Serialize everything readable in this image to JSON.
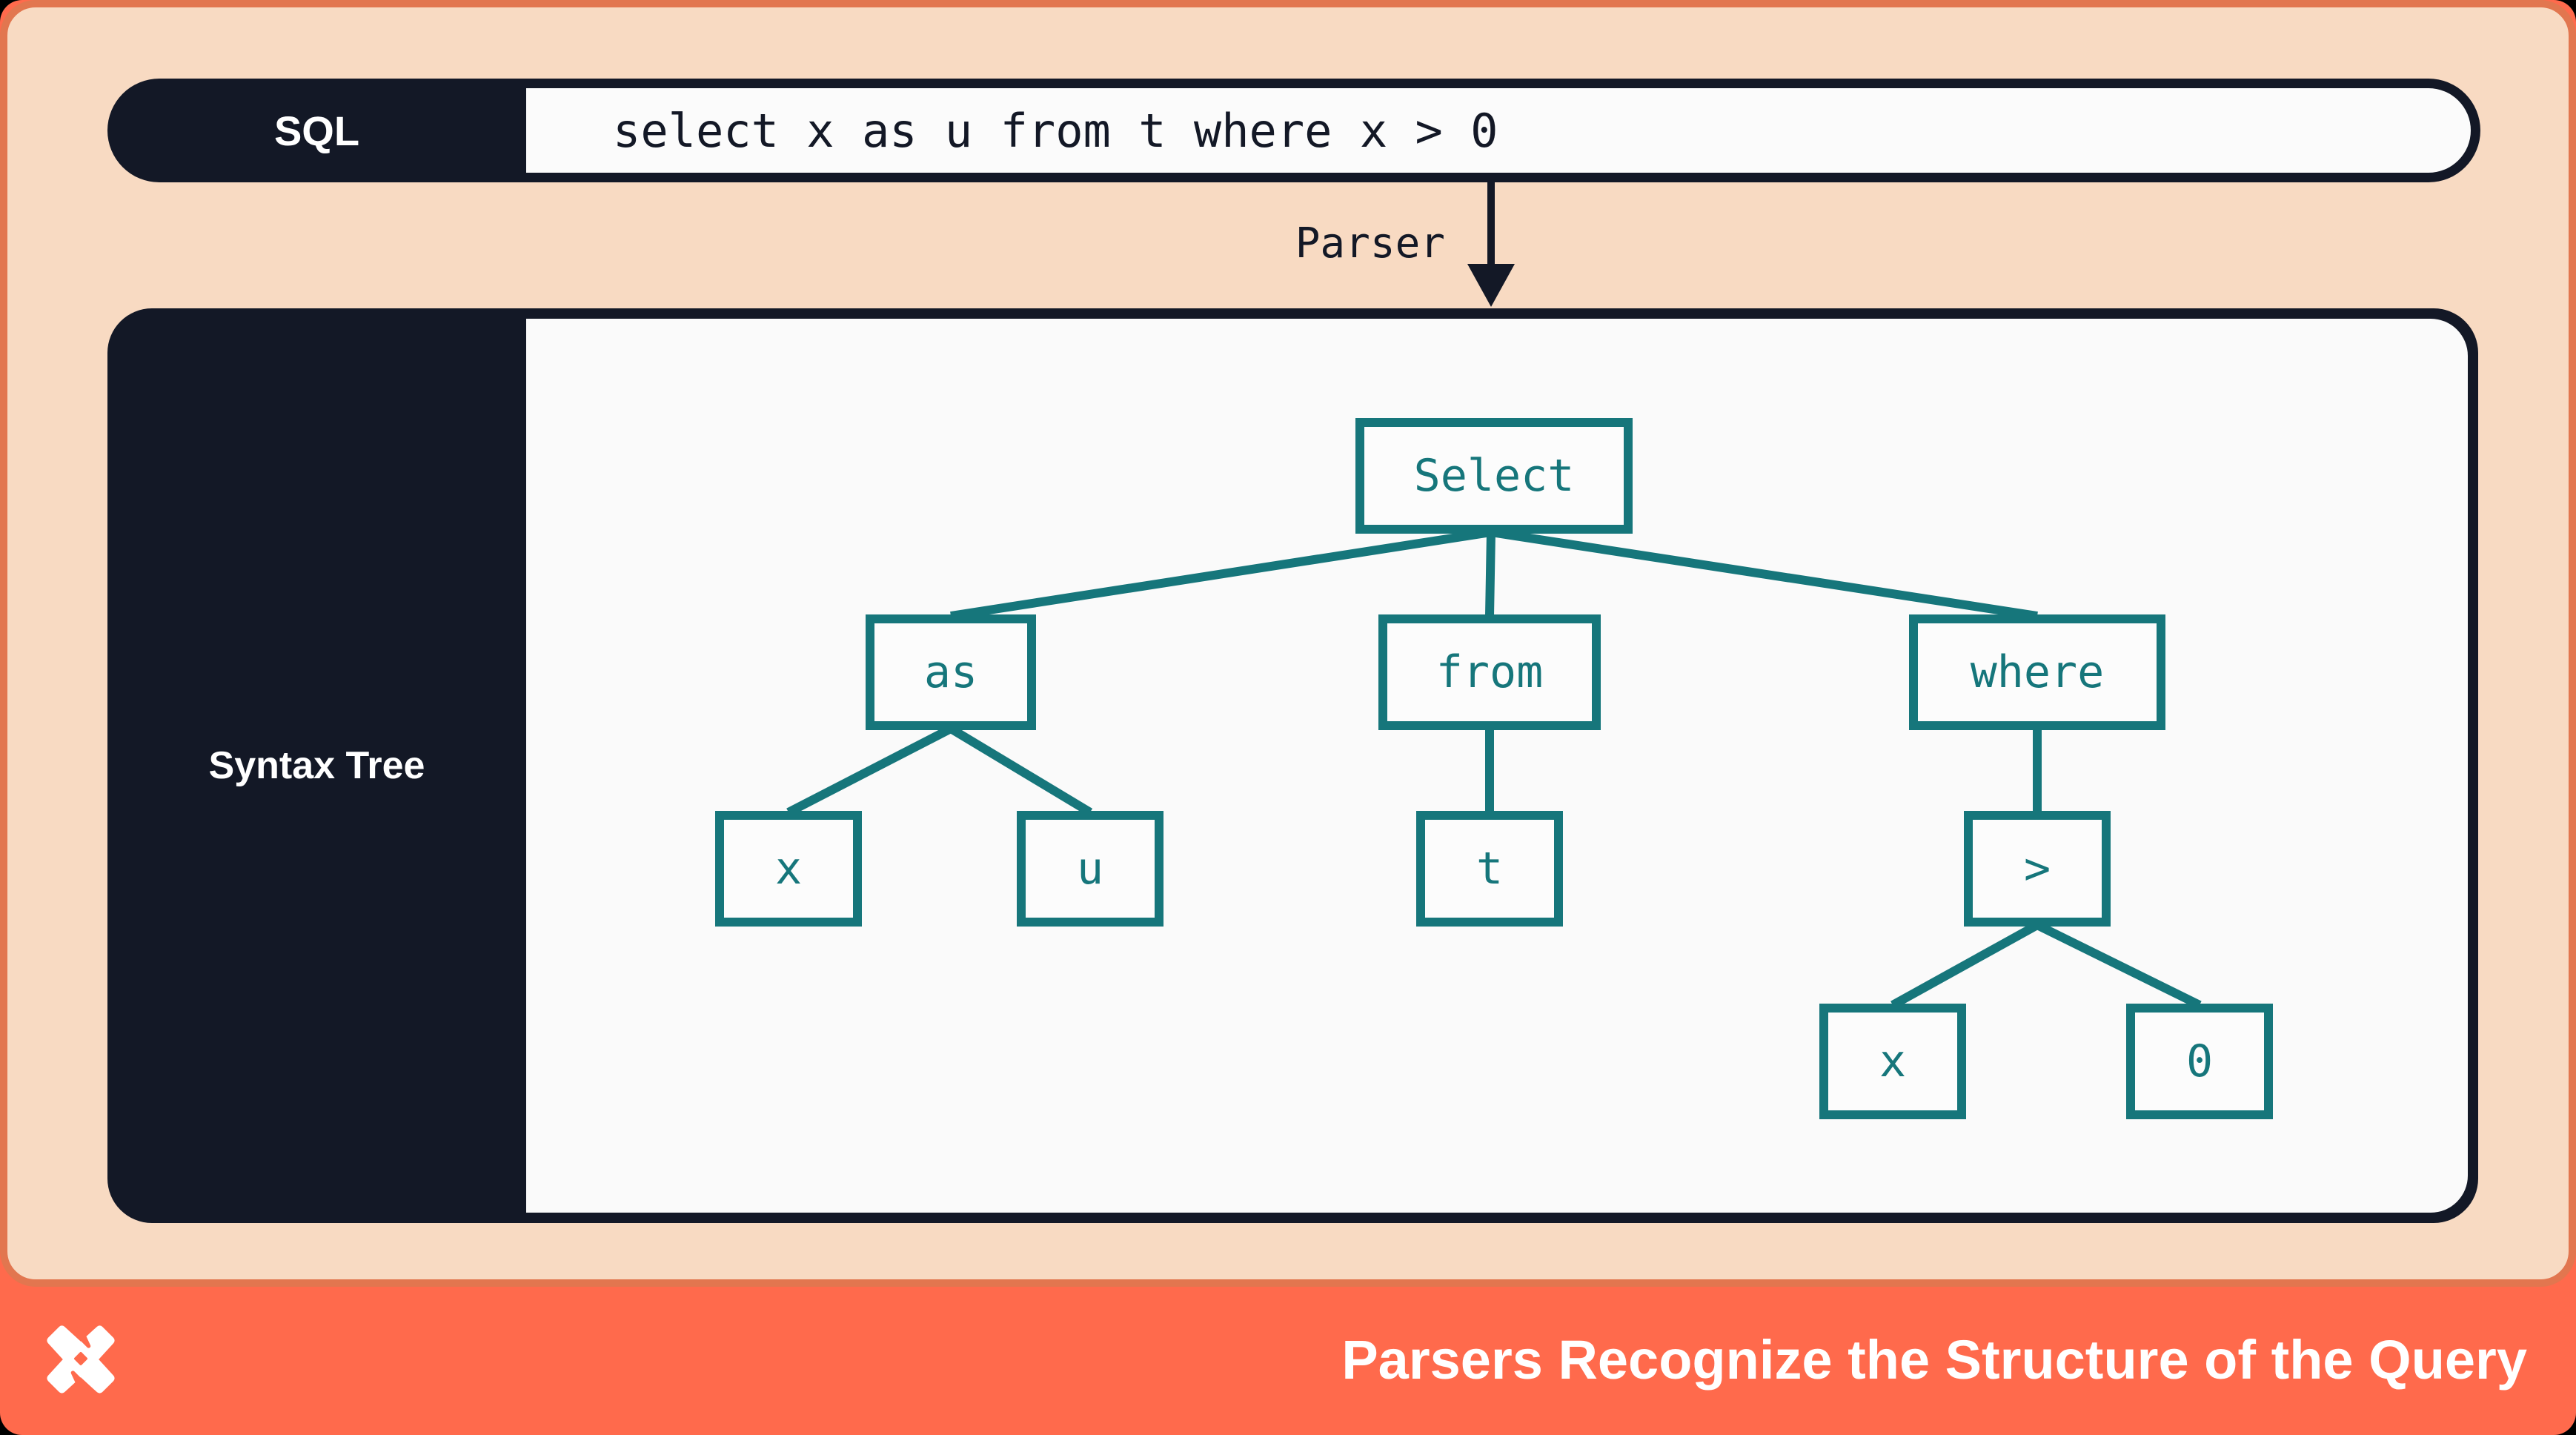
{
  "colors": {
    "coral_bright": "#FF6A4C",
    "coral_edge": "#E2764F",
    "peach": "#F8DAC2",
    "navy": "#131826",
    "teal": "#16767B",
    "panel_white": "#FAFAFA"
  },
  "sql_bar": {
    "label": "SQL",
    "query": "select x as u from t where x > 0"
  },
  "parser": {
    "label": "Parser",
    "arrow_icon": "down-arrow-icon"
  },
  "syntax_tree": {
    "label": "Syntax Tree",
    "nodes": {
      "select": "Select",
      "as": "as",
      "from": "from",
      "where": "where",
      "x1": "x",
      "u": "u",
      "t": "t",
      "gt": ">",
      "x2": "x",
      "zero": "0"
    },
    "edges": [
      [
        "Select",
        "as"
      ],
      [
        "Select",
        "from"
      ],
      [
        "Select",
        "where"
      ],
      [
        "as",
        "x"
      ],
      [
        "as",
        "u"
      ],
      [
        "from",
        "t"
      ],
      [
        "where",
        ">"
      ],
      [
        ">",
        "x"
      ],
      [
        ">",
        "0"
      ]
    ]
  },
  "footer": {
    "title": "Parsers Recognize the Structure of the Query",
    "logo": "pinwheel-x-logo"
  }
}
